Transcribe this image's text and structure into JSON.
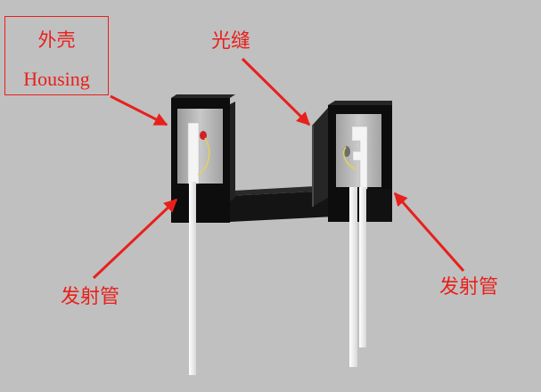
{
  "labels": {
    "housing_cn": "外壳",
    "housing_en": "Housing",
    "slit": "光缝",
    "emitter_left": "发射管",
    "emitter_right": "发射管"
  },
  "colors": {
    "background": "#c0c0c0",
    "annotation": "#e8201c",
    "housing": "#0d0d0d",
    "pins": "#f2f2f2",
    "window": "#a9a9a9",
    "led_red": "#d0202a",
    "wire_yellow": "#e2d060"
  }
}
